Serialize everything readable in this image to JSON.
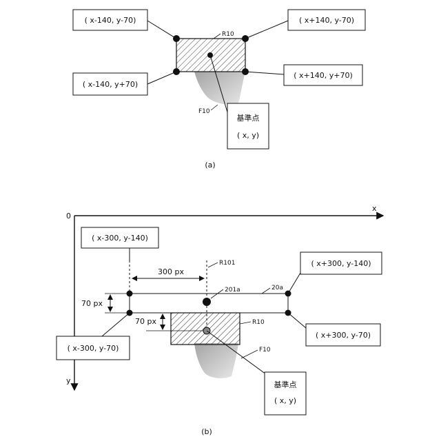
{
  "figure_a": {
    "caption": "(a)",
    "corners": {
      "top_left": "( x-140, y-70)",
      "top_right": "( x+140, y-70)",
      "bottom_left": "( x-140, y+70)",
      "bottom_right": "( x+140, y+70)"
    },
    "rect_ref": "R10",
    "finger_ref": "F10",
    "reference_point": {
      "title": "基準点",
      "coords": "( x, y)"
    }
  },
  "figure_b": {
    "caption": "(b)",
    "axis": {
      "origin": "0",
      "x": "x",
      "y": "y"
    },
    "corners": {
      "top_left": "( x-300, y-140)",
      "top_right": "( x+300, y-140)",
      "bottom_left": "( x-300, y-70)",
      "bottom_right": "( x+300, y-70)"
    },
    "dim_horizontal": "300 px",
    "dim_vertical_left": "70 px",
    "dim_vertical_mid": "70 px",
    "ref_R101": "R101",
    "ref_201a": "201a",
    "ref_20a": "20a",
    "rect_ref": "R10",
    "finger_ref": "F10",
    "reference_point": {
      "title": "基準点",
      "coords": "( x, y)"
    }
  },
  "colors": {
    "ink": "#111111",
    "shade": "#bdbdbd"
  }
}
